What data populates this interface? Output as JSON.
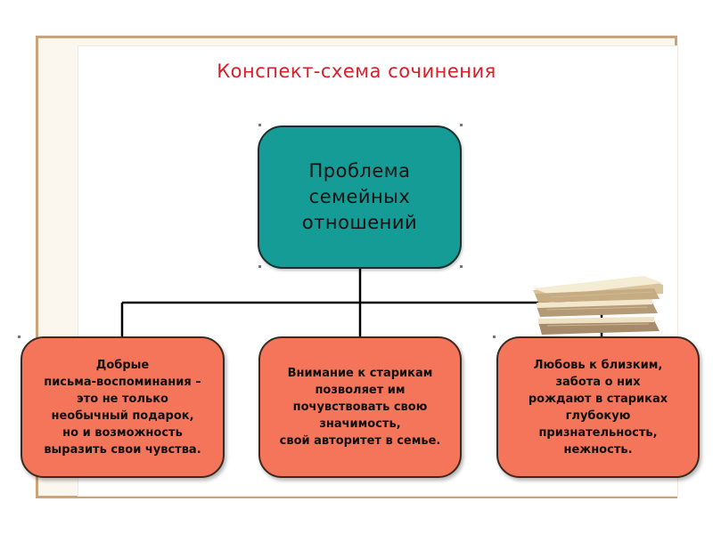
{
  "title": "Конспект-схема сочинения",
  "center": {
    "text": "Проблема\nсемейных\nотношений",
    "color": "#159c96"
  },
  "leaves": [
    {
      "text": "Добрые\nписьма-воспоминания –\nэто  не только\nнеобычный подарок,\nно и возможность\nвыразить свои чувства.",
      "color": "#f47559"
    },
    {
      "text": "Внимание к старикам\nпозволяет им\nпочувствовать свою\nзначимость,\nсвой авторитет в семье.",
      "color": "#f47559"
    },
    {
      "text": "Любовь к близким,\nзабота о них\nрождают в стариках\nглубокую\nпризнательность,\nнежность.",
      "color": "#f47559"
    }
  ],
  "colors": {
    "title": "#d81e28",
    "frame": "#c9a37a",
    "connector": "#000000"
  },
  "decoration": {
    "books_icon": "stack-of-books-icon"
  }
}
